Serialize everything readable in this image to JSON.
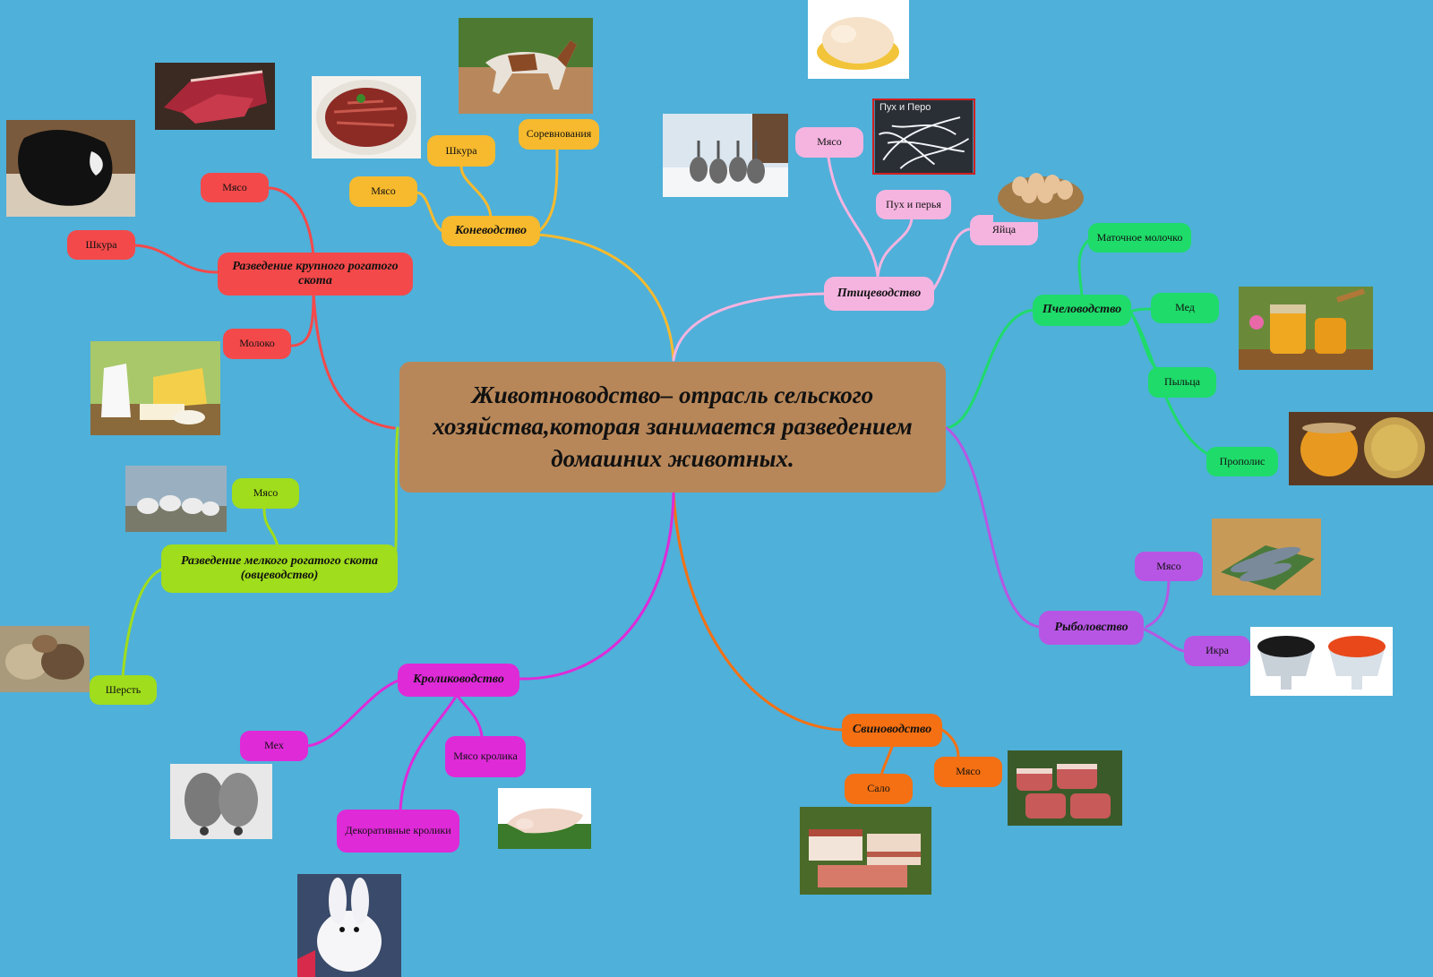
{
  "colors": {
    "background": "#4fb0d9",
    "central": "#b88759",
    "red": "#f4494a",
    "yellow": "#f7ba2e",
    "pink": "#f5b4e0",
    "green": "#1fdb6a",
    "purple": "#b756e4",
    "orange": "#f47013",
    "magenta": "#df2ad8",
    "lime": "#a0dd1c"
  },
  "central": {
    "text": "Животноводство– отрасль сельского хозяйства,которая занимается разведением домашних животных."
  },
  "branches": {
    "cattle": {
      "label": "Разведение крупного рогатого скота",
      "children": [
        "Мясо",
        "Шкура",
        "Молоко"
      ]
    },
    "horses": {
      "label": "Коневодство",
      "children": [
        "Мясо",
        "Шкура",
        "Соревнования"
      ]
    },
    "poultry": {
      "label": "Птицеводство",
      "children": [
        "Мясо",
        "Пух и перья",
        "Яйца"
      ]
    },
    "bees": {
      "label": "Пчеловодство",
      "children": [
        "Маточное молочко",
        "Мед",
        "Пыльца",
        "Прополис"
      ]
    },
    "fishing": {
      "label": "Рыболовство",
      "children": [
        "Мясо",
        "Икра"
      ]
    },
    "pigs": {
      "label": "Свиноводство",
      "children": [
        "Сало",
        "Мясо"
      ]
    },
    "rabbits": {
      "label": "Кролиководство",
      "children": [
        "Мех",
        "Мясо кролика",
        "Декоративные кролики"
      ]
    },
    "sheep": {
      "label": "Разведение мелкого рогатого скота (овцеводство)",
      "children": [
        "Мясо",
        "Шерсть"
      ]
    }
  },
  "photo_captions": {
    "feathers": "Пух и Перо"
  },
  "photos": [
    "cowhide-icon",
    "beef-icon",
    "sliced-meat-icon",
    "horse-icon",
    "chicken-icon",
    "geese-icon",
    "feathers-icon",
    "eggs-icon",
    "honey-icon",
    "propolis-icon",
    "fish-icon",
    "caviar-icon",
    "pork-icon",
    "lard-icon",
    "rabbit-meat-icon",
    "fur-mittens-icon",
    "fur-rabbit-icon",
    "wool-icon",
    "sheep-icon",
    "dairy-icon"
  ]
}
